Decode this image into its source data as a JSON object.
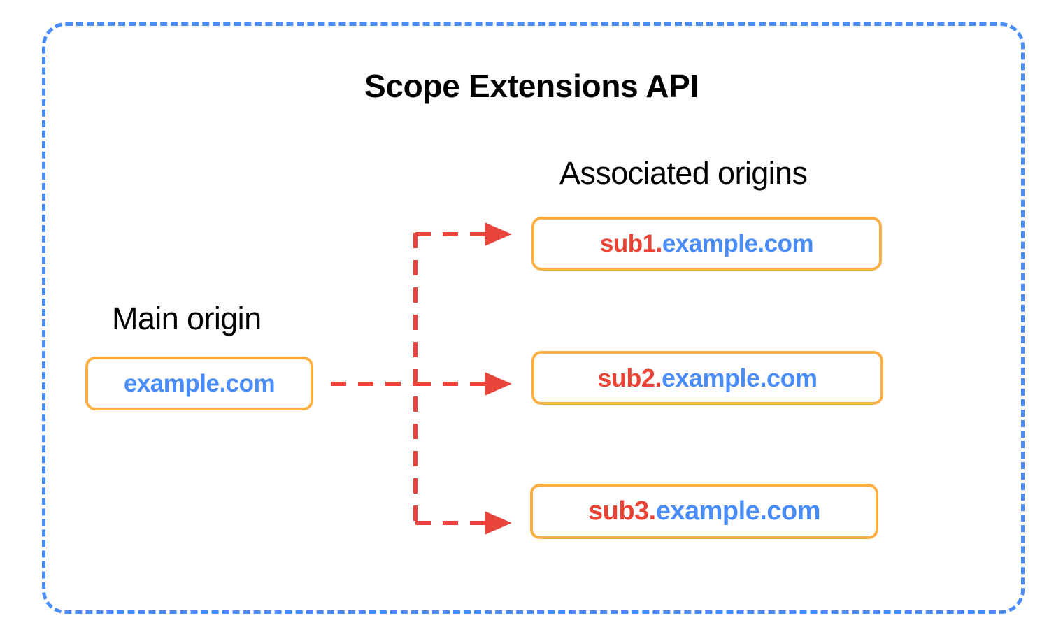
{
  "diagram": {
    "title": "Scope Extensions API",
    "container": {
      "border_style": "dashed",
      "border_color": "#4A8CF7"
    },
    "main_origin": {
      "label": "Main origin",
      "box": {
        "subdomain": "",
        "separator": "",
        "domain": "example.com",
        "border_color": "#FBAE42",
        "domain_color": "#4A8CF7"
      }
    },
    "associated_origins": {
      "label": "Associated origins",
      "boxes": [
        {
          "subdomain": "sub1",
          "separator": ".",
          "domain": "example.com",
          "border_color": "#FBAE42",
          "subdomain_color": "#EA4335",
          "domain_color": "#4A8CF7"
        },
        {
          "subdomain": "sub2",
          "separator": ".",
          "domain": "example.com",
          "border_color": "#FBAE42",
          "subdomain_color": "#EA4335",
          "domain_color": "#4A8CF7"
        },
        {
          "subdomain": "sub3",
          "separator": ".",
          "domain": "example.com",
          "border_color": "#FBAE42",
          "subdomain_color": "#EA4335",
          "domain_color": "#4A8CF7"
        }
      ]
    },
    "connectors": {
      "color": "#E8453C",
      "style": "dashed",
      "arrowhead": "triangle",
      "count": 3
    }
  }
}
